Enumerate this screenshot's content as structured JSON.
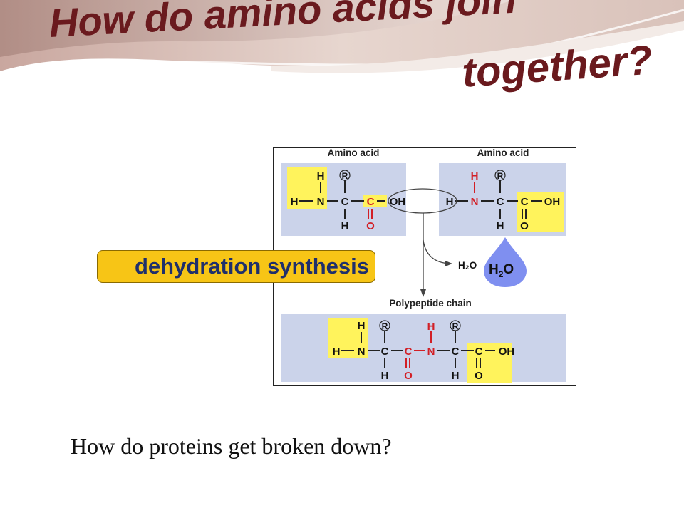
{
  "slide": {
    "handwritten_title_line1": "How do amino acids join",
    "handwritten_title_line2": "together?",
    "question": "How do proteins get broken down?"
  },
  "diagram": {
    "left_heading": "Amino acid",
    "right_heading": "Amino acid",
    "product_heading": "Polypeptide chain",
    "badge": "dehydration synthesis",
    "water_out": "H₂O",
    "water_drop_main": "H",
    "water_drop_sub": "2",
    "water_drop_tail": "O",
    "side_group": "R",
    "atoms": {
      "hydrogen": "H",
      "nitrogen": "N",
      "carbon": "C",
      "oxygen": "O",
      "hydroxyl": "OH"
    }
  },
  "colors": {
    "panel": "#cbd3ea",
    "highlight": "#fff35c",
    "red_atom": "#d21f26",
    "badge_bg": "#f7c516",
    "badge_text": "#1f2f6b",
    "drop": "#7f8ff0",
    "handwriting": "#6a1a1e"
  }
}
